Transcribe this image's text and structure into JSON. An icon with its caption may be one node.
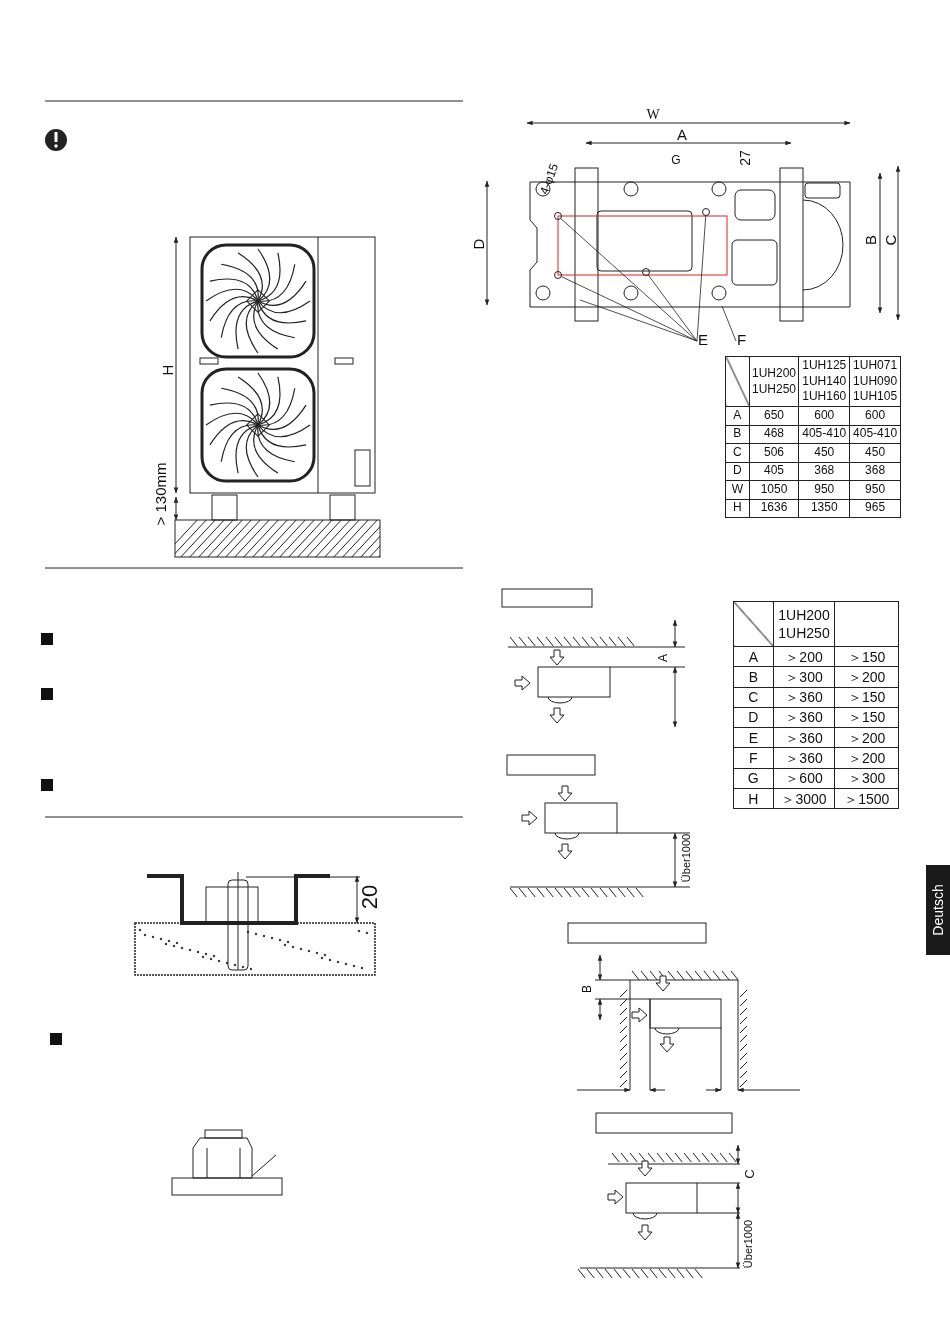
{
  "diagram": {
    "nodes": [
      {
        "text": [
          "E"
        ]
      },
      {
        "text": [
          "F"
        ]
      },
      {
        "text": [],
        "shape": "circle"
      },
      {
        "text": [],
        "shape": "circle"
      },
      {
        "text": [],
        "shape": "circle"
      },
      {
        "text": [],
        "shape": "circle"
      }
    ],
    "edges": [
      {
        "from": 0,
        "to": 2,
        "arrow": "none"
      },
      {
        "from": 0,
        "to": 3,
        "arrow": "none"
      },
      {
        "from": 0,
        "to": null,
        "arrow": "none"
      },
      {
        "from": 0,
        "to": 4,
        "arrow": "none"
      },
      {
        "from": 0,
        "to": 5,
        "arrow": "none"
      },
      {
        "from": 1,
        "to": null,
        "arrow": "none"
      }
    ],
    "labels": [
      "W",
      "A",
      "G",
      "27",
      "4-φ15",
      "D",
      "B",
      "C",
      "1UH200 1UH250",
      "1UH125 1UH140 1UH160",
      "1UH071 1UH090 1UH105",
      "A",
      "650",
      "600",
      "600",
      "B",
      "468",
      "405-410",
      "405-410",
      "C",
      "506",
      "450",
      "450",
      "D",
      "405",
      "368",
      "368",
      "W",
      "1050",
      "950",
      "950",
      "H",
      "1636",
      "1350",
      "965",
      "H",
      "> 130mm",
      "A",
      "Über1000",
      "B",
      "C",
      "Über1000",
      "20",
      "Deutsch",
      "1UH200 1UH250",
      "A",
      "＞200",
      "＞150",
      "B",
      "＞300",
      "＞200",
      "C",
      "＞360",
      "＞150",
      "D",
      "＞360",
      "＞150",
      "E",
      "＞360",
      "＞200",
      "F",
      "＞360",
      "＞200",
      "G",
      "＞600",
      "＞300",
      "H",
      "＞3000",
      "＞1500"
    ]
  }
}
